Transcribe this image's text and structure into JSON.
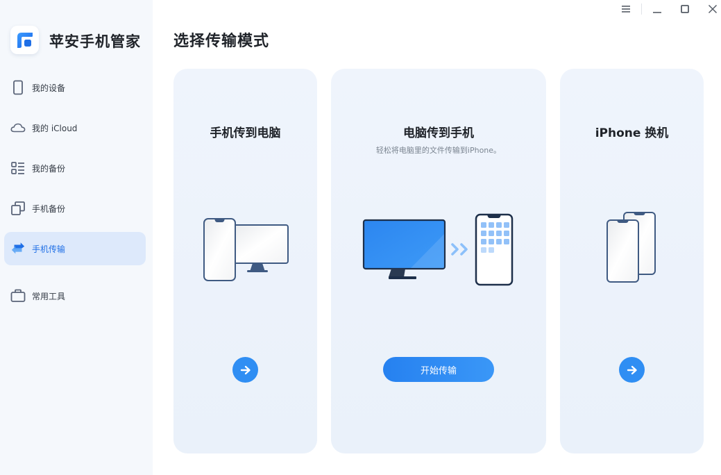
{
  "app": {
    "name": "苹安手机管家",
    "colors": {
      "accent": "#2f8ef3",
      "active_bg": "#dde9fb",
      "active_text": "#1f6fe6",
      "card_bg": "#ecf2fb",
      "icon_stroke": "#5a6478"
    }
  },
  "titlebar": {
    "menu_icon": "hamburger-icon",
    "minimize_icon": "minimize-icon",
    "maximize_icon": "maximize-icon",
    "close_icon": "close-icon"
  },
  "sidebar": {
    "items": [
      {
        "label": "我的设备",
        "icon": "phone-icon",
        "active": false
      },
      {
        "label": "我的 iCloud",
        "icon": "cloud-icon",
        "active": false
      },
      {
        "label": "我的备份",
        "icon": "list-icon",
        "active": false
      },
      {
        "label": "手机备份",
        "icon": "copy-icon",
        "active": false
      },
      {
        "label": "手机传输",
        "icon": "transfer-icon",
        "active": true
      },
      {
        "label": "常用工具",
        "icon": "toolbox-icon",
        "active": false
      }
    ]
  },
  "main": {
    "title": "选择传输模式",
    "cards": [
      {
        "title": "手机传到电脑",
        "subtitle": "",
        "action": "arrow-button"
      },
      {
        "title": "电脑传到手机",
        "subtitle": "轻松将电脑里的文件传输到iPhone。",
        "action_label": "开始传输"
      },
      {
        "title": "iPhone 换机",
        "subtitle": "",
        "action": "arrow-button"
      }
    ]
  }
}
